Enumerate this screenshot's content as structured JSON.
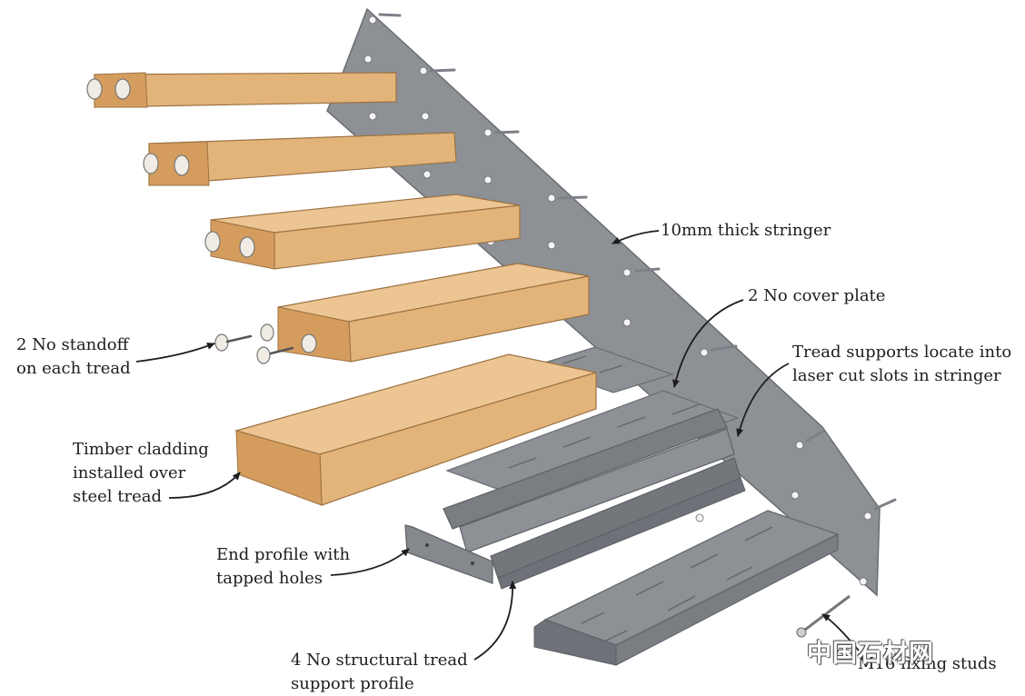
{
  "labels": {
    "stringer": "10mm thick stringer",
    "cover_plate": "2 No cover plate",
    "tread_supports": [
      "Tread supports locate into",
      "laser cut slots in stringer"
    ],
    "standoff": [
      "2 No standoff",
      "on each tread"
    ],
    "timber": [
      "Timber cladding",
      "installed over",
      "steel tread"
    ],
    "end_profile": [
      "End profile with",
      "tapped holes"
    ],
    "support_profile": [
      "4 No structural tread",
      "support profile"
    ],
    "fixing_studs": "M16 fixing studs"
  },
  "watermark": "中国石材网",
  "colors": {
    "steel": "#8d9095",
    "steel_dark": "#6e7177",
    "timber_top": "#ecc592",
    "timber_front": "#e3b47a",
    "timber_end": "#d49d5e",
    "text": "#1d1d1d"
  }
}
